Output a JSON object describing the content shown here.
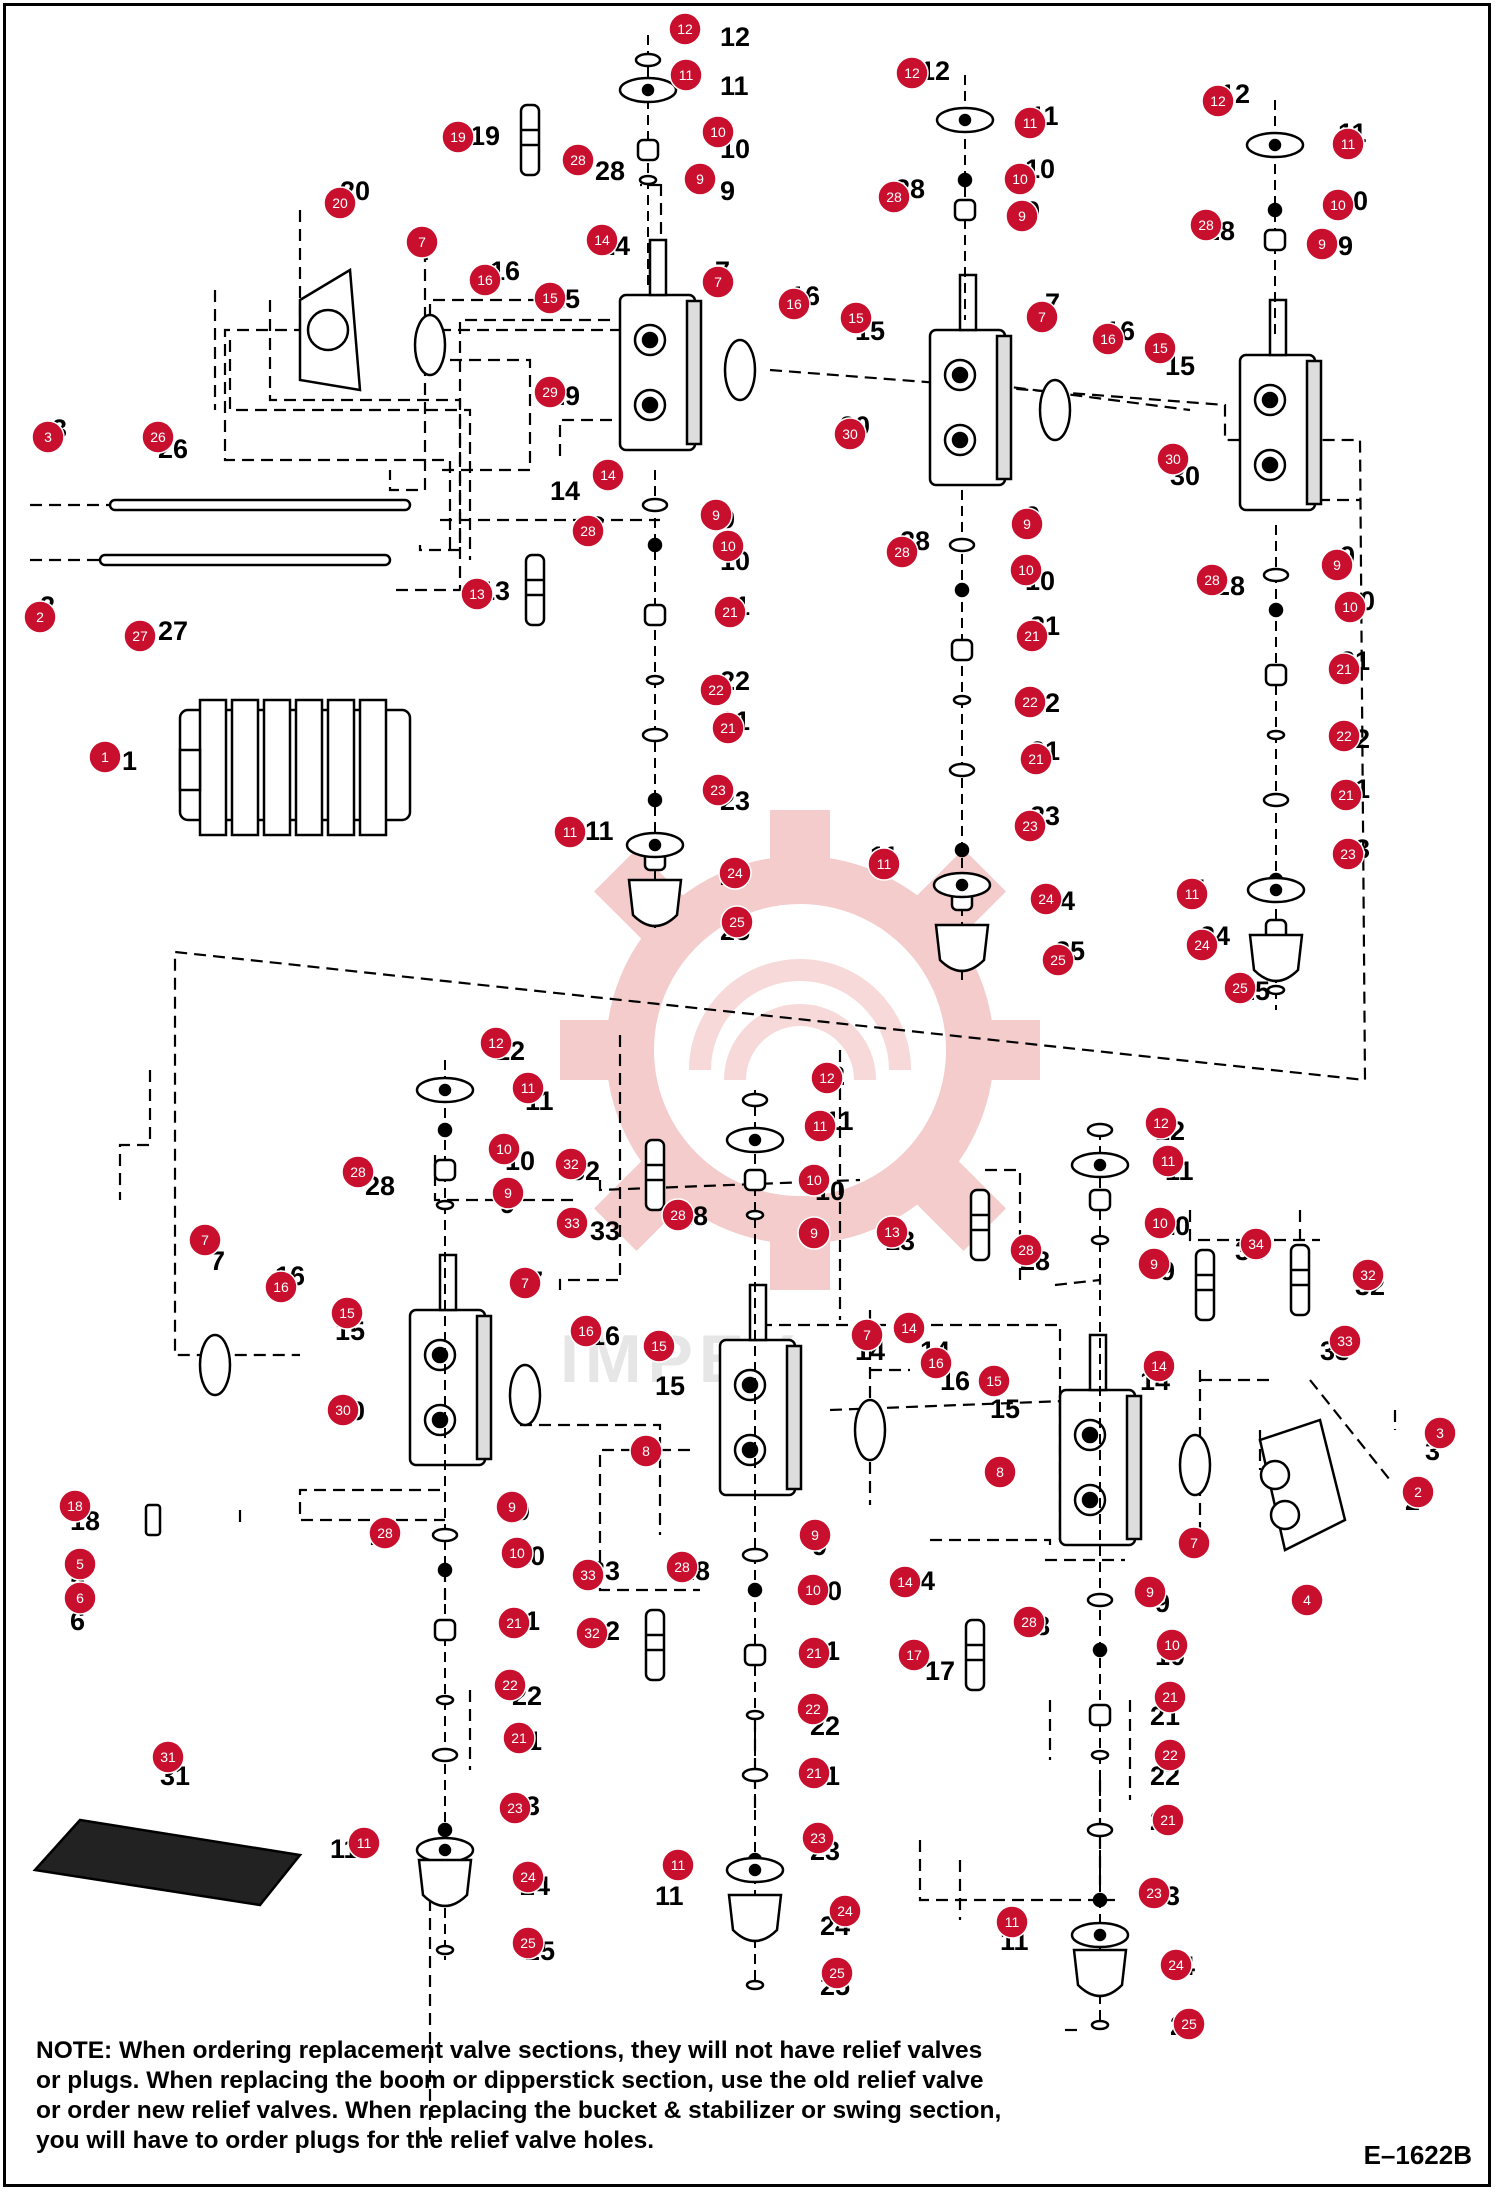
{
  "figure_id": "E–1622B",
  "watermark_text": "IMPEX",
  "note": {
    "label": "NOTE:",
    "lines": [
      " When ordering replacement valve sections, they will not have relief valves",
      "or plugs.  When replacing the boom or  dipperstick section, use the old relief valve",
      "or order new relief valves.  When replacing the bucket & stabilizer or swing section,",
      "you will have to order plugs for the relief valve holes."
    ]
  },
  "callouts": [
    {
      "n": "12"
    },
    {
      "n": "11"
    },
    {
      "n": "10"
    },
    {
      "n": "9"
    },
    {
      "n": "28"
    },
    {
      "n": "19"
    },
    {
      "n": "20"
    },
    {
      "n": "7"
    },
    {
      "n": "16"
    },
    {
      "n": "15"
    },
    {
      "n": "14"
    },
    {
      "n": "29"
    },
    {
      "n": "3"
    },
    {
      "n": "26"
    },
    {
      "n": "2"
    },
    {
      "n": "27"
    },
    {
      "n": "13"
    },
    {
      "n": "1"
    },
    {
      "n": "21"
    },
    {
      "n": "22"
    },
    {
      "n": "23"
    },
    {
      "n": "24"
    },
    {
      "n": "25"
    },
    {
      "n": "30"
    },
    {
      "n": "32"
    },
    {
      "n": "33"
    },
    {
      "n": "8"
    },
    {
      "n": "34"
    },
    {
      "n": "4"
    },
    {
      "n": "18"
    },
    {
      "n": "5"
    },
    {
      "n": "6"
    },
    {
      "n": "17"
    },
    {
      "n": "31"
    }
  ],
  "colors": {
    "callout": "#c8102e",
    "line": "#000000",
    "watermark": "#f3c7c7"
  }
}
